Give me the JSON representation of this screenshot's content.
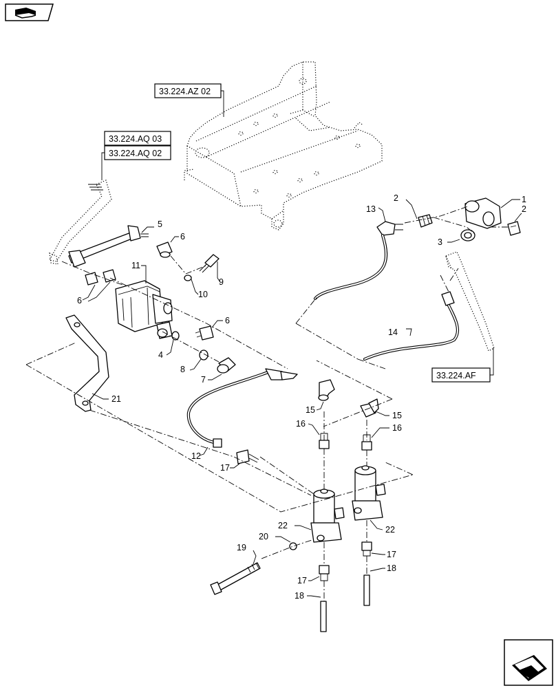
{
  "references": [
    {
      "id": "ref-az02",
      "label": "33.224.AZ 02"
    },
    {
      "id": "ref-aq03",
      "label": "33.224.AQ 03"
    },
    {
      "id": "ref-aq02",
      "label": "33.224.AQ 02"
    },
    {
      "id": "ref-af",
      "label": "33.224.AF"
    }
  ],
  "callouts": [
    "1",
    "2",
    "2",
    "3",
    "4",
    "5",
    "6",
    "6",
    "6",
    "7",
    "8",
    "9",
    "10",
    "11",
    "12",
    "13",
    "14",
    "15",
    "15",
    "16",
    "16",
    "17",
    "17",
    "17",
    "18",
    "18",
    "19",
    "20",
    "21",
    "22",
    "22"
  ],
  "icons": {
    "top_left": "previous-page-icon",
    "bottom_right": "next-page-icon"
  }
}
